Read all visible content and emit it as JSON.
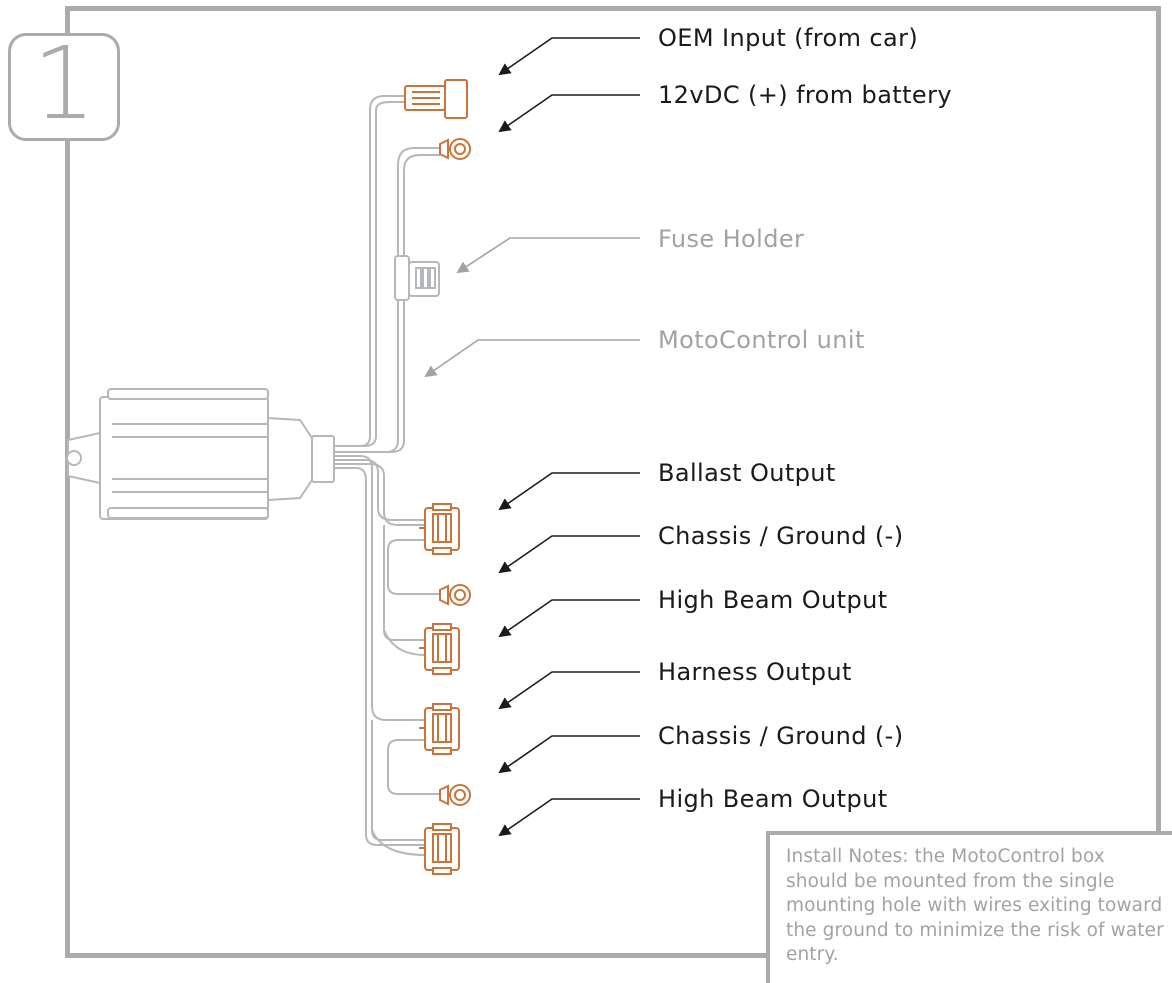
{
  "step_number": "1",
  "labels": {
    "oem_input": "OEM Input (from car)",
    "battery": "12vDC (+) from battery",
    "fuse_holder": "Fuse Holder",
    "unit": "MotoControl unit",
    "ballast_output": "Ballast Output",
    "chassis_ground_1": "Chassis / Ground (-)",
    "high_beam_1": "High Beam Output",
    "harness_output": "Harness Output",
    "chassis_ground_2": "Chassis / Ground (-)",
    "high_beam_2": "High Beam Output"
  },
  "install_notes": "Install Notes: the MotoControl box should be mounted from the single mounting hole with wires exiting toward the ground to minimize the risk of water entry.",
  "colors": {
    "frame": "#a9acae",
    "wire": "#b5b8ba",
    "connector": "#c8743a",
    "arrow_dark": "#1a1a1a",
    "arrow_grey": "#a0a3a5"
  }
}
